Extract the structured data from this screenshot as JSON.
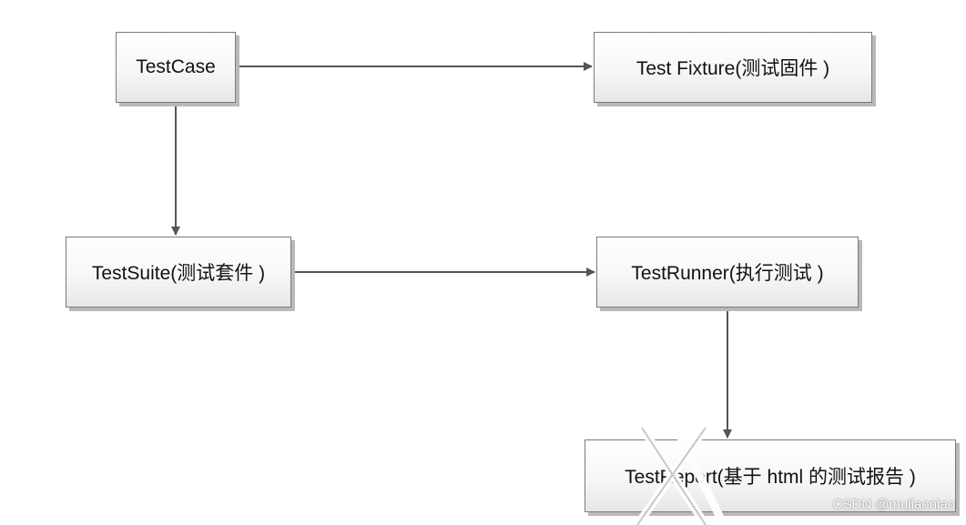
{
  "diagram": {
    "nodes": {
      "test_case": "TestCase",
      "test_fixture": "Test Fixture(测试固件 )",
      "test_suite": "TestSuite(测试套件 )",
      "test_runner": "TestRunner(执行测试 )",
      "test_report": "TestReport(基于 html 的测试报告 )"
    },
    "edges": [
      {
        "from": "test_case",
        "to": "test_fixture"
      },
      {
        "from": "test_case",
        "to": "test_suite"
      },
      {
        "from": "test_suite",
        "to": "test_runner"
      },
      {
        "from": "test_runner",
        "to": "test_report"
      }
    ],
    "colors": {
      "line": "#555555",
      "border": "#7a7a7a",
      "shadow": "#b9b9b9"
    }
  },
  "watermark": {
    "text": "CSDN @mujiaoniao"
  }
}
